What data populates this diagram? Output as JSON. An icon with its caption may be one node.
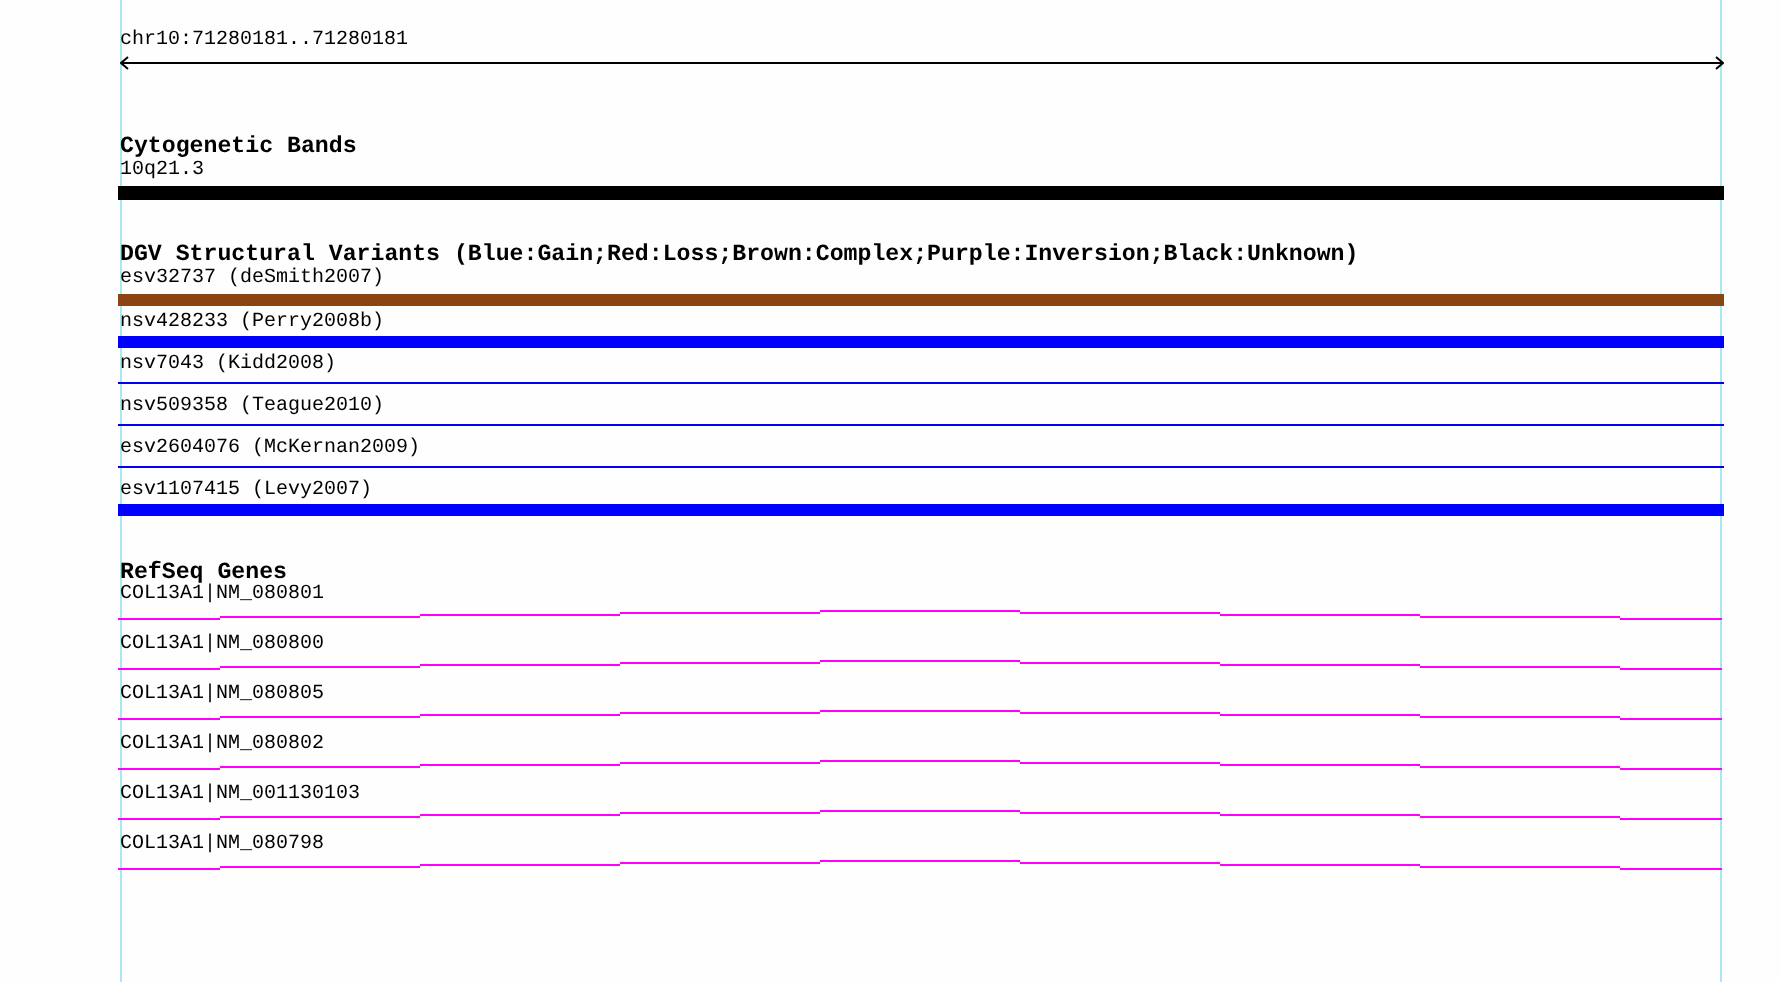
{
  "diagram": {
    "nodes": [
      {
        "text": [
          "10q21.3"
        ]
      },
      {
        "text": [
          "esv32737 (deSmith2007)"
        ]
      },
      {
        "text": [
          "nsv428233 (Perry2008b)"
        ]
      },
      {
        "text": [
          "nsv7043 (Kidd2008)"
        ]
      },
      {
        "text": [
          "nsv509358 (Teague2010)"
        ]
      },
      {
        "text": [
          "esv2604076 (McKernan2009)"
        ]
      },
      {
        "text": [
          "esv1107415 (Levy2007)"
        ]
      },
      {
        "text": [
          "COL13A1|NM_080801"
        ]
      },
      {
        "text": [
          "COL13A1|NM_080800"
        ]
      },
      {
        "text": [
          "COL13A1|NM_080805"
        ]
      },
      {
        "text": [
          "COL13A1|NM_080802"
        ]
      },
      {
        "text": [
          "COL13A1|NM_001130103"
        ]
      },
      {
        "text": [
          "COL13A1|NM_080798"
        ]
      }
    ],
    "labels": [
      "chr10:71280181..71280181",
      "Cytogenetic Bands",
      "DGV Structural Variants (Blue:Gain;Red:Loss;Brown:Complex;Purple:Inversion;Black:Unknown)",
      "RefSeq Genes"
    ]
  }
}
